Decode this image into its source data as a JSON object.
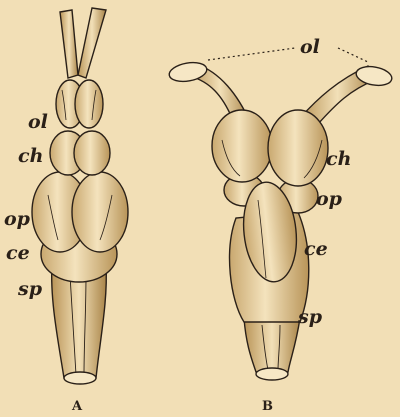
{
  "figure_a": {
    "caption": "A",
    "labels": {
      "ol": "ol",
      "ch": "ch",
      "op": "op",
      "ce": "ce",
      "sp": "sp"
    }
  },
  "figure_b": {
    "caption": "B",
    "labels": {
      "ol": "ol",
      "ch": "ch",
      "op": "op",
      "ce": "ce",
      "sp": "sp"
    }
  },
  "colors": {
    "ink": "#2a2018",
    "paper": "#f2dfb6",
    "tissue": "#e9d3a2",
    "shade": "#cfb27c"
  }
}
